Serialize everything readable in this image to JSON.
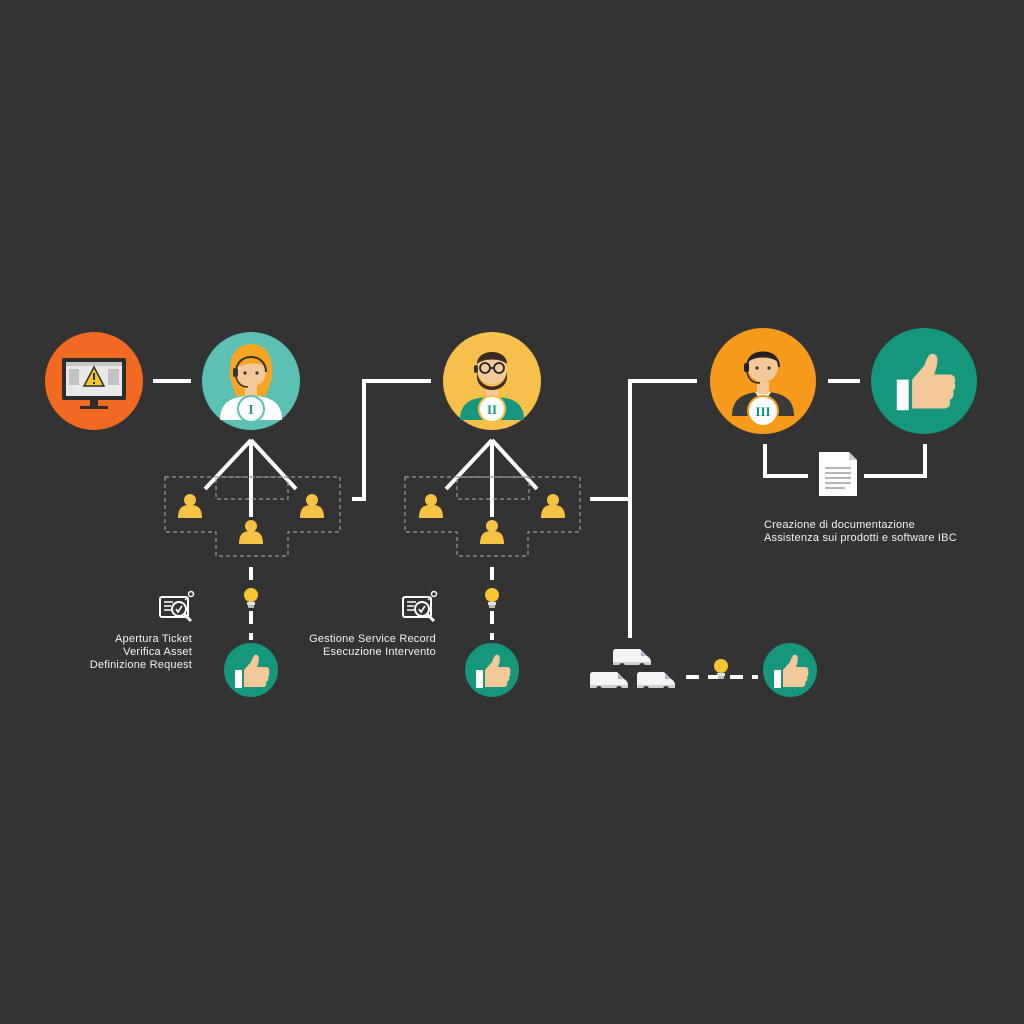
{
  "levels": [
    {
      "badge": "I",
      "captions": [
        "Apertura Ticket",
        "Verifica Asset",
        "Definizione Request"
      ]
    },
    {
      "badge": "II",
      "captions": [
        "Gestione Service Record",
        "Esecuzione Intervento"
      ]
    },
    {
      "badge": "III",
      "captions": [
        "Creazione di documentazione",
        "Assistenza sui prodotti e software IBC"
      ]
    }
  ],
  "colors": {
    "background": "#333333",
    "line": "#ffffff",
    "dashed": "#9a9a9a",
    "monitor_circle": "#f26a21",
    "level1_circle": "#5cc0b4",
    "level2_circle": "#f7c04a",
    "level3_circle": "#f59a1b",
    "success_circle": "#16967c",
    "skin": "#f4c99a",
    "person_icon": "#f5c243",
    "bulb": "#f7c530"
  },
  "icons": {
    "monitor": "monitor-warning-icon",
    "agent": "headset-agent-icon",
    "person": "user-icon",
    "bulb": "lightbulb-icon",
    "thumb": "thumbs-up-icon",
    "search": "magnifier-report-icon",
    "document": "document-icon",
    "van": "van-icon"
  }
}
